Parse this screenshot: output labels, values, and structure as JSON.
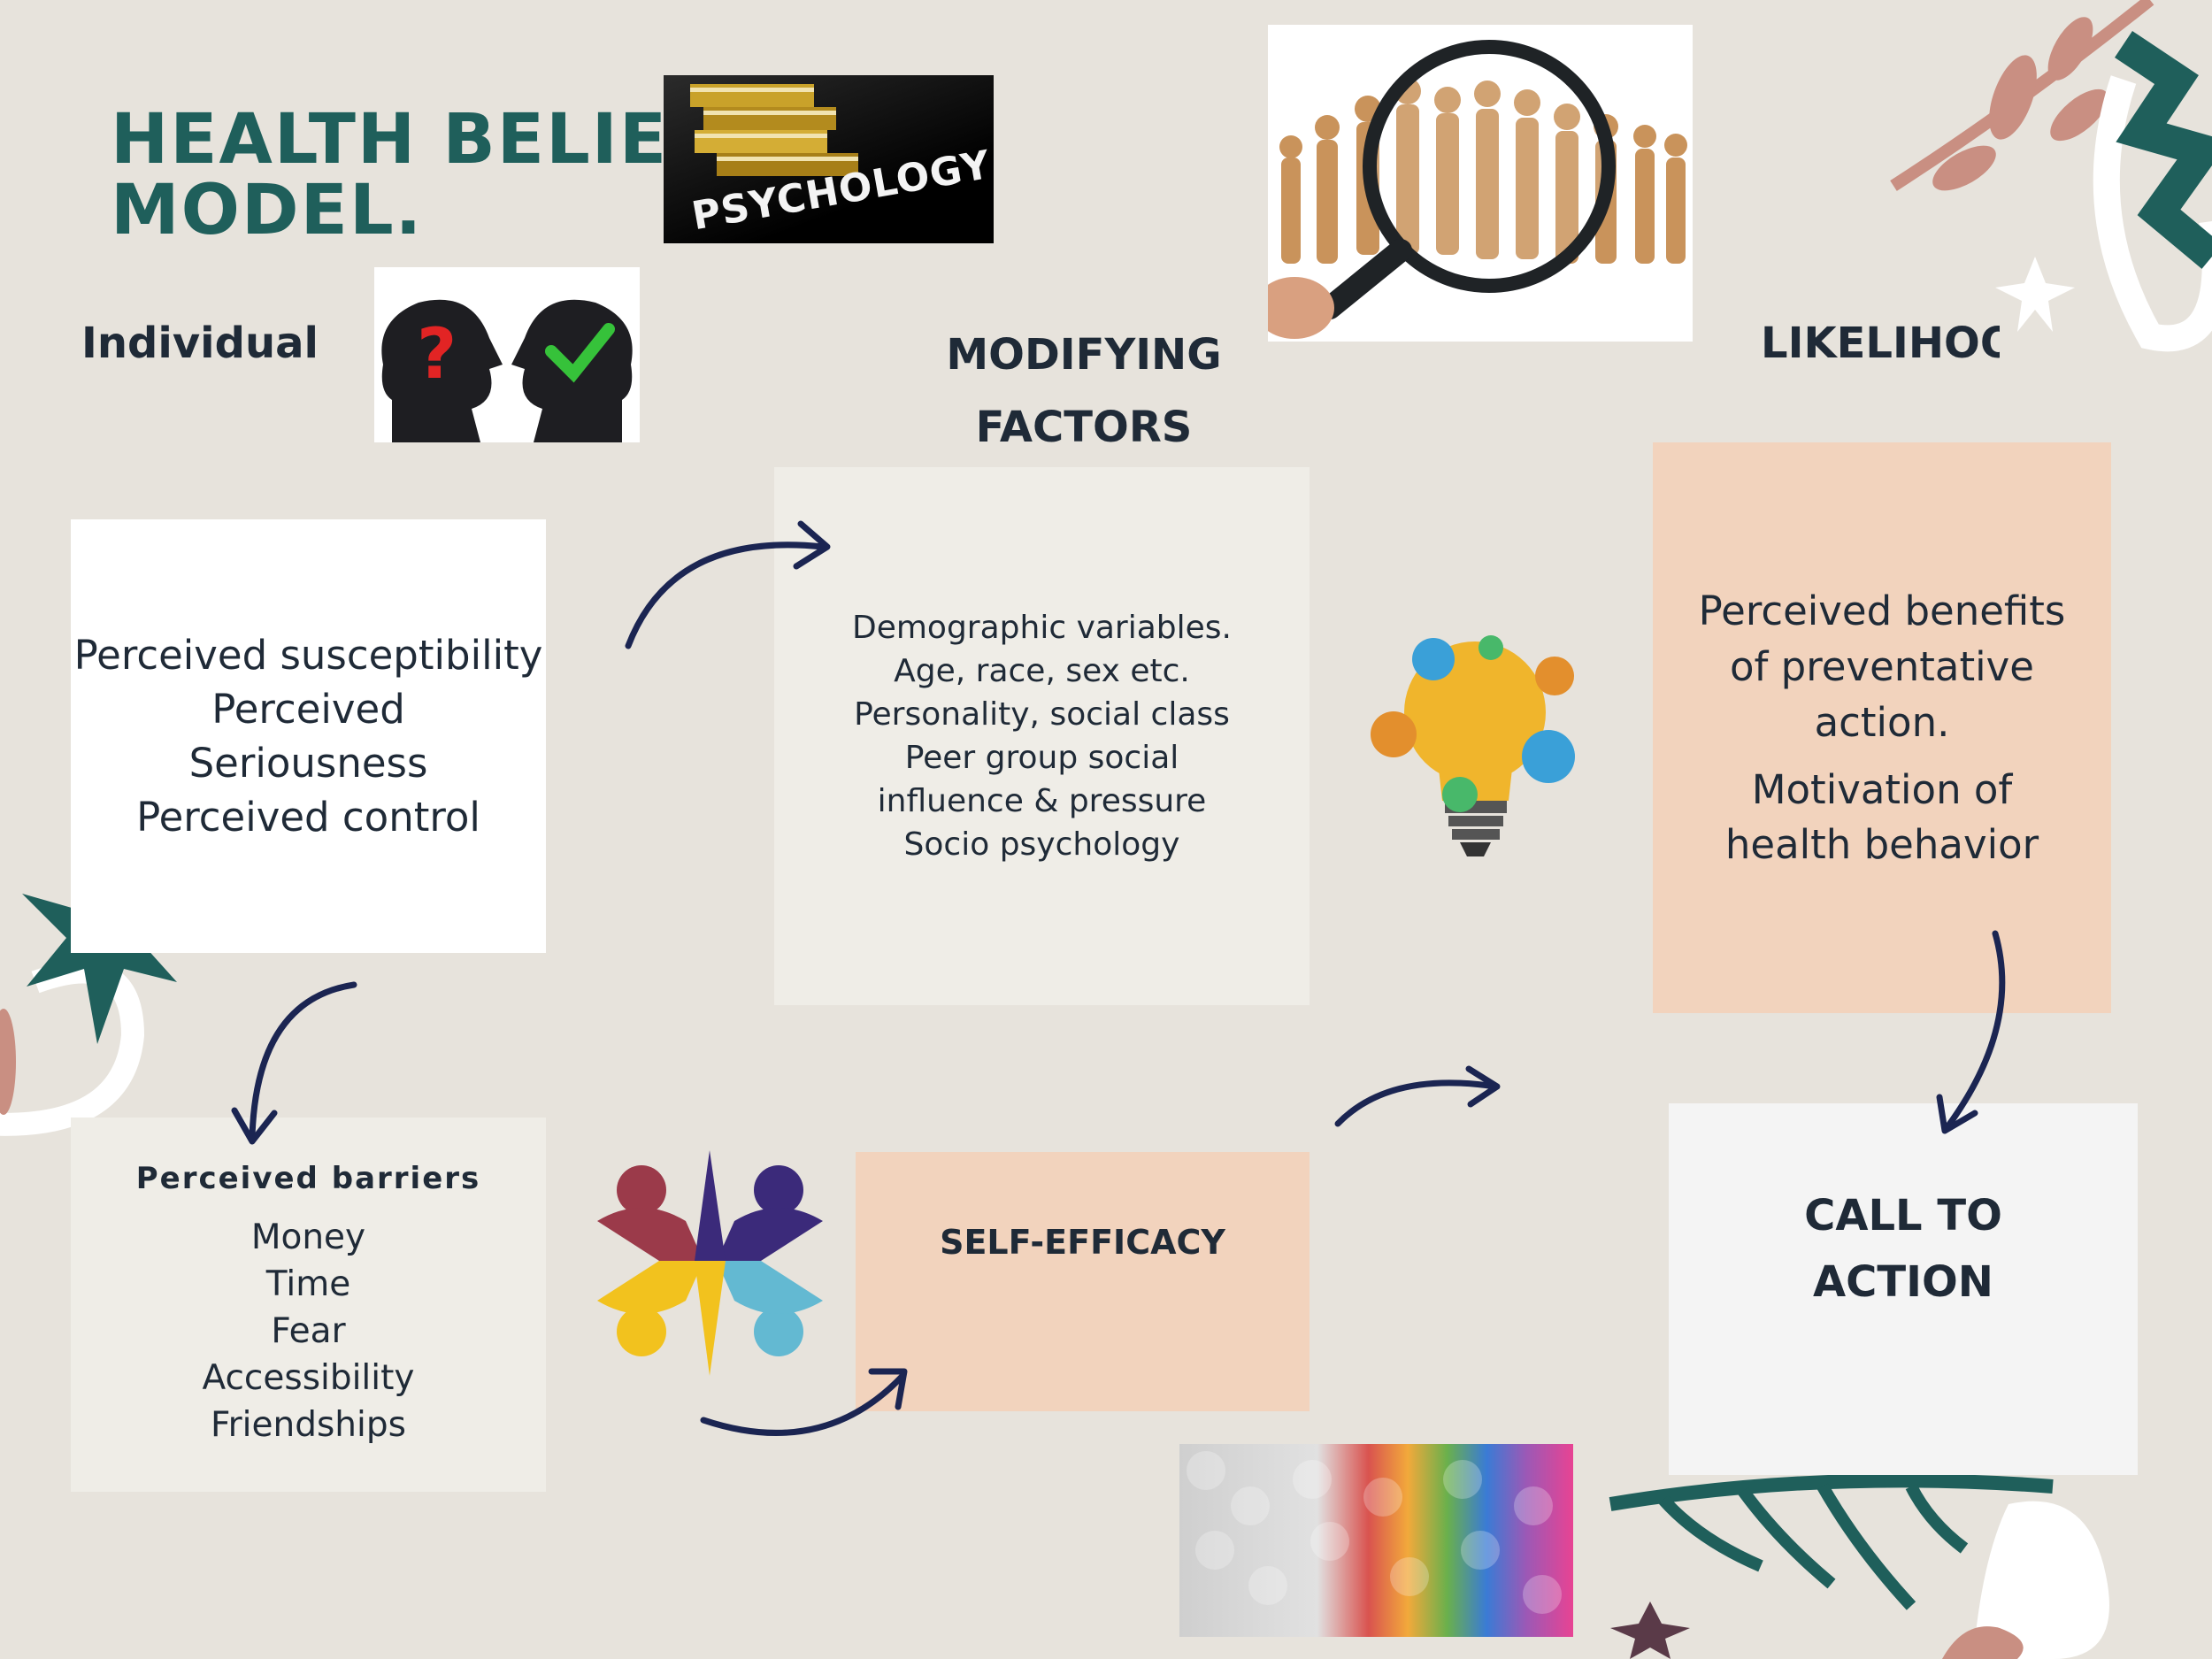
{
  "title": {
    "line1": "HEALTH BELIEF",
    "line2": "MODEL."
  },
  "headings": {
    "individual": "Individual",
    "modifying_line1": "MODIFYING",
    "modifying_line2": "FACTORS",
    "likelihood": "LIKELIHOOD"
  },
  "images": {
    "psychology_label": "PSYCHOLOGY"
  },
  "individual_box": {
    "lines": [
      "Perceived susceptibility",
      "Perceived",
      "Seriousness",
      "Perceived control"
    ]
  },
  "modifying_box": {
    "lines": [
      "Demographic variables.",
      "Age, race, sex etc.",
      "Personality, social class",
      "Peer group social",
      "influence & pressure",
      "Socio psychology"
    ]
  },
  "likelihood_box": {
    "lines": [
      "Perceived benefits",
      "of preventative",
      "action."
    ],
    "motivation_lines": [
      "Motivation of",
      "health behavior"
    ]
  },
  "barriers_box": {
    "title": "Perceived barriers",
    "lines": [
      "Money",
      "Time",
      "Fear",
      "Accessibility",
      "Friendships"
    ]
  },
  "self_efficacy_box": {
    "label": "SELF-EFFICACY"
  },
  "call_to_action_box": {
    "line1": "CALL TO",
    "line2": "ACTION"
  },
  "colors": {
    "background": "#e7e3dc",
    "teal": "#1f5f5b",
    "navy": "#1b2552",
    "peach": "#f2d3bd",
    "light_box": "#efede7",
    "white": "#ffffff",
    "rose": "#c98f82"
  }
}
